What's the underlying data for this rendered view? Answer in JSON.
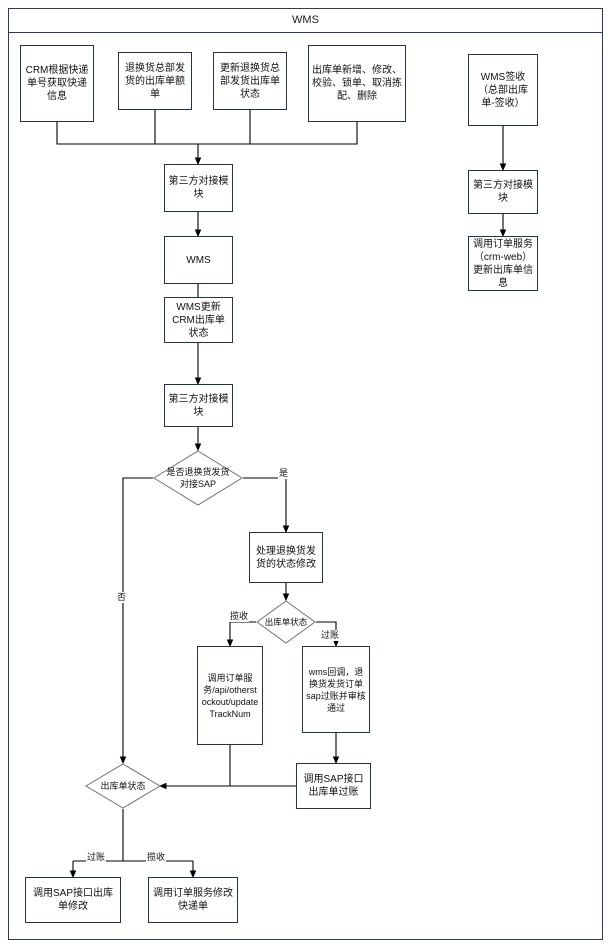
{
  "diagram": {
    "type": "flowchart",
    "title": "WMS",
    "container": {
      "label": "WMS"
    },
    "nodes": {
      "crm_track_query": "CRM根据快递单号获取快递信息",
      "return_hq_outbound_order": "退换货总部发货的出库单额单",
      "update_return_hq_status": "更新退换货总部发货出库单状态",
      "outbound_order_ops": "出库单新增、修改、校验、锁单、取消拣配、删除",
      "wms_sign": "WMS签收（总部出库单-签收）",
      "third_party_module_1": "第三方对接模块",
      "third_party_module_right": "第三方对接模块",
      "wms": "WMS",
      "wms_update_crm": "WMS更新CRM出库单状态",
      "call_order_service_crm_web": "调用订单服务（crm-web）更新出库单信息",
      "third_party_module_2": "第三方对接模块",
      "decide_sap": "是否退换货发货对接SAP",
      "handle_return_status_change": "处理退换货发货的状态修改",
      "decide_outbound_status_1": "出库单状态",
      "call_order_service_track": "调用订单服务/api/otherstockout/updateTrackNum",
      "wms_callback_sap": "wms回调，退换货发货订单sap过账并审核通过",
      "call_sap_posting": "调用SAP接口出库单过账",
      "decide_outbound_status_2": "出库单状态",
      "call_sap_modify": "调用SAP接口出库单修改",
      "call_order_service_modify": "调用订单服务修改快递单"
    },
    "edge_labels": {
      "sap_yes": "是",
      "sap_no": "否",
      "status1_left": "揽收",
      "status1_right": "过账",
      "status2_left": "过账",
      "status2_right": "揽收"
    },
    "colors": {
      "stroke": "#25324d",
      "line": "#000000",
      "background": "#ffffff",
      "text": "#111111"
    }
  }
}
